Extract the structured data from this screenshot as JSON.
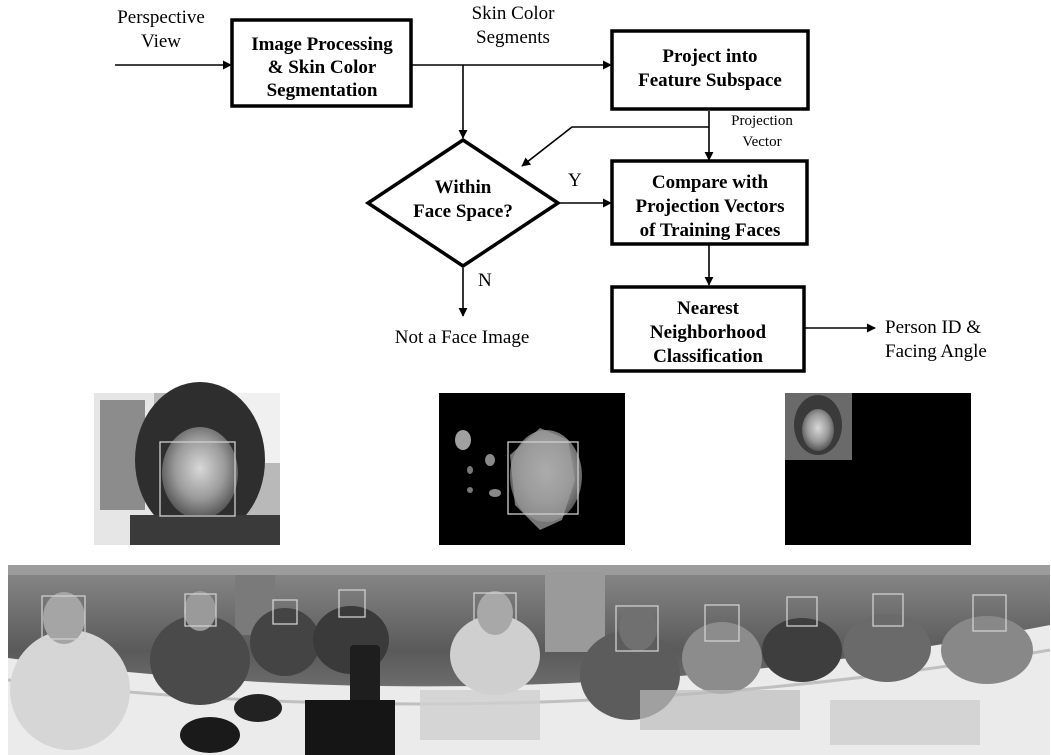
{
  "flowchart": {
    "input_label": [
      "Perspective",
      "View"
    ],
    "segments_label": [
      "Skin Color",
      "Segments"
    ],
    "projection_label": [
      "Projection",
      "Vector"
    ],
    "yes_label": "Y",
    "no_label": "N",
    "not_face_label": "Not a Face Image",
    "output_label": [
      "Person ID &",
      "Facing Angle"
    ],
    "boxes": {
      "image_processing": [
        "Image Processing",
        "& Skin Color",
        "Segmentation"
      ],
      "project": [
        "Project into",
        "Feature Subspace"
      ],
      "compare": [
        "Compare with",
        "Projection Vectors",
        "of Training Faces"
      ],
      "nearest": [
        "Nearest",
        "Neighborhood",
        "Classification"
      ]
    },
    "decision": [
      "Within",
      "Face Space?"
    ]
  },
  "images": {
    "grayscale_face": "grayscale-face-photo",
    "skin_mask": "skin-color-mask",
    "cropped_face": "cropped-face-thumbnail",
    "panorama": "omnidirectional-panorama"
  }
}
